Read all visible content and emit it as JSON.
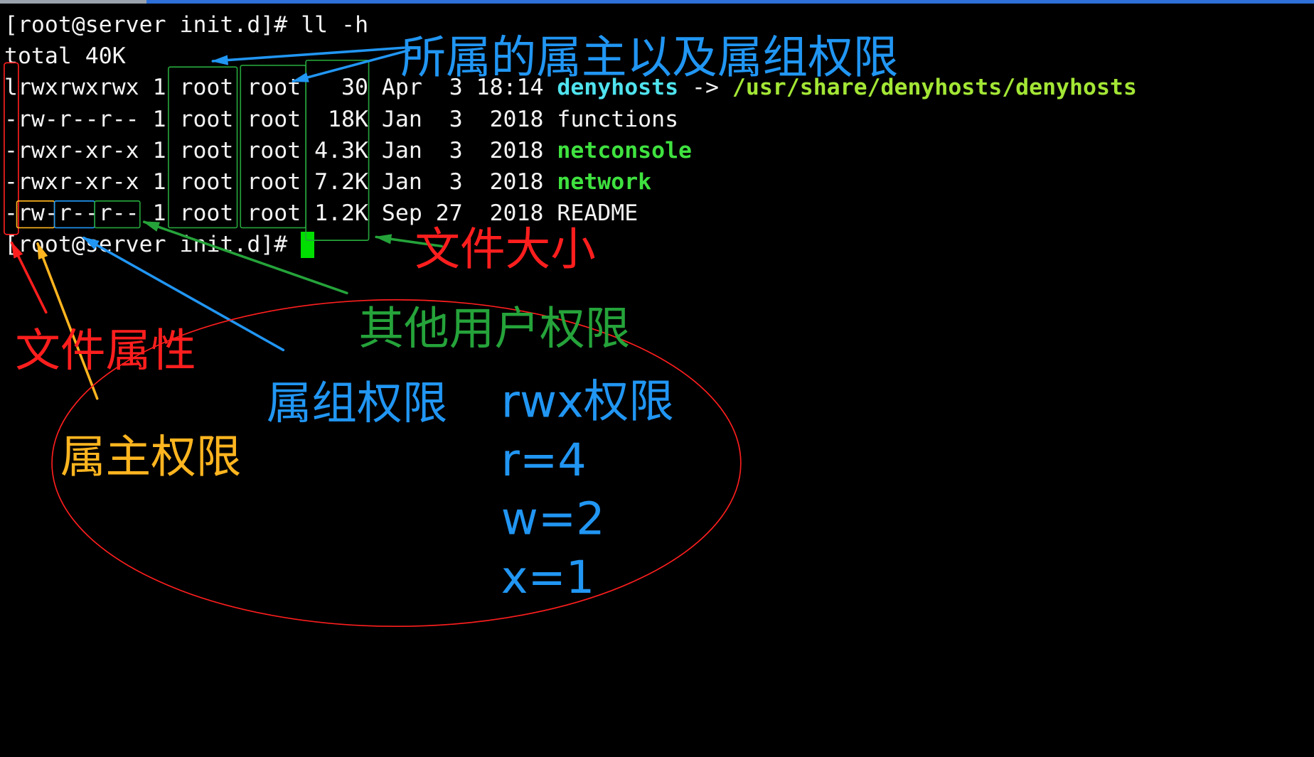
{
  "terminal": {
    "command_line": {
      "prompt": "[root@server init.d]#",
      "command": "ll -h"
    },
    "total": "total 40K",
    "listing": [
      {
        "perms": "lrwxrwxrwx",
        "links": "1",
        "owner": "root",
        "group": "root",
        "size": "30",
        "month": "Apr",
        "day": "3",
        "time": "18:14",
        "name": "denyhosts",
        "arrow": "->",
        "target": "/usr/share/denyhosts/denyhosts"
      },
      {
        "perms": "-rw-r--r--",
        "links": "1",
        "owner": "root",
        "group": "root",
        "size": "18K",
        "month": "Jan",
        "day": "3",
        "time": "2018",
        "name": "functions"
      },
      {
        "perms": "-rwxr-xr-x",
        "links": "1",
        "owner": "root",
        "group": "root",
        "size": "4.3K",
        "month": "Jan",
        "day": "3",
        "time": "2018",
        "name": "netconsole"
      },
      {
        "perms": "-rwxr-xr-x",
        "links": "1",
        "owner": "root",
        "group": "root",
        "size": "7.2K",
        "month": "Jan",
        "day": "3",
        "time": "2018",
        "name": "network"
      },
      {
        "perms": "-rw-r--r--",
        "links": "1",
        "owner": "root",
        "group": "root",
        "size": "1.2K",
        "month": "Sep",
        "day": "27",
        "time": "2018",
        "name": "README"
      }
    ],
    "prompt_line": {
      "prompt": "[root@server init.d]#"
    }
  },
  "annotations": {
    "owner_group_perms": "所属的属主以及属组权限",
    "file_size": "文件大小",
    "other_perms": "其他用户权限",
    "file_type": "文件属性",
    "group_perms": "属组权限",
    "user_perms": "属主权限",
    "rwx_title": "rwx权限",
    "rwx_values": [
      "r=4",
      "w=2",
      "x=1"
    ]
  },
  "colors": {
    "background": "#000000",
    "text": "#f4f4f4",
    "symlink": "#4fe3ee",
    "symlink_target": "#a3e635",
    "executable": "#3fe23f",
    "cursor": "#00dd00",
    "window_border": "#2f6fd8",
    "window_border_left": "#9aa3ad",
    "annotation_red": "#ff1e1e",
    "annotation_blue": "#2196f3",
    "annotation_green": "#25a33a",
    "annotation_orange": "#ffb51f"
  }
}
